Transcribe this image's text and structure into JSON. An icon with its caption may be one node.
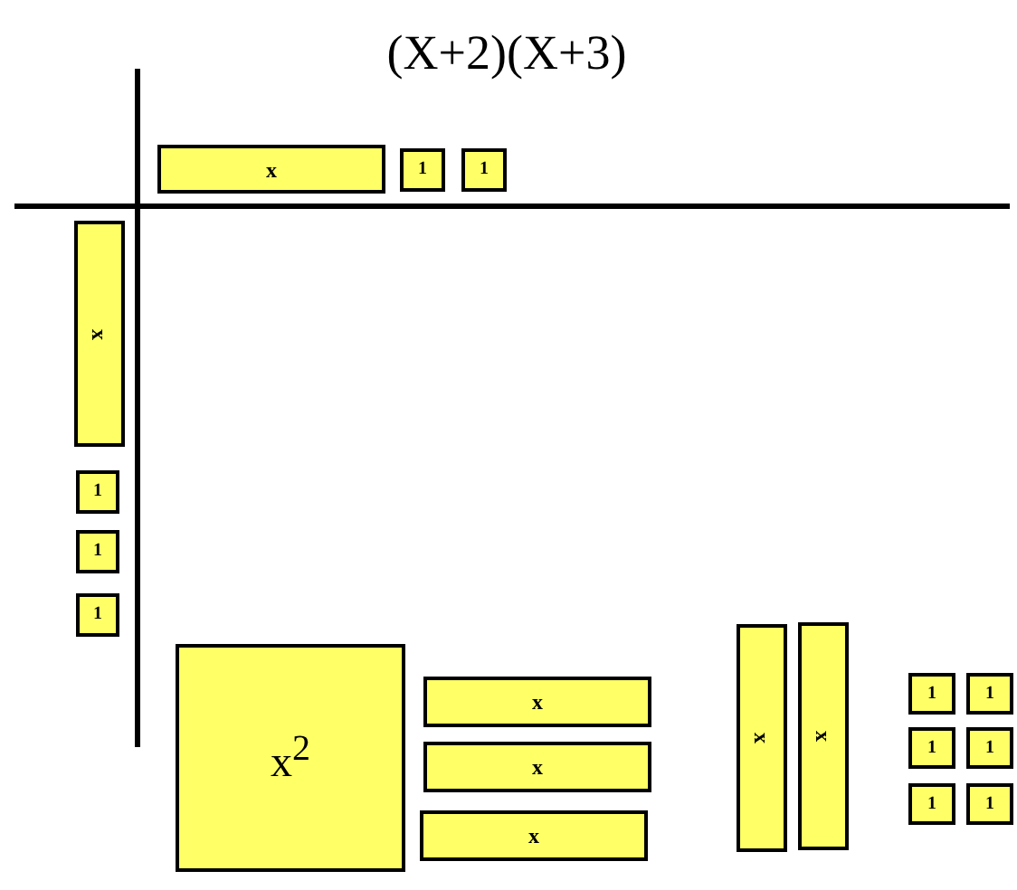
{
  "diagram": {
    "title": "(X+2)(X+3)",
    "nodes": [
      {
        "text": [
          "x"
        ]
      },
      {
        "text": [
          "1"
        ]
      },
      {
        "text": [
          "1"
        ]
      },
      {
        "text": [
          "x"
        ]
      },
      {
        "text": [
          "1"
        ]
      },
      {
        "text": [
          "1"
        ]
      },
      {
        "text": [
          "1"
        ]
      },
      {
        "text": [
          "x$^{2}$"
        ]
      },
      {
        "text": [
          "x"
        ]
      },
      {
        "text": [
          "x"
        ]
      },
      {
        "text": [
          "x"
        ]
      },
      {
        "text": [
          "x"
        ]
      },
      {
        "text": [
          "x"
        ]
      },
      {
        "text": [
          "1"
        ]
      },
      {
        "text": [
          "1"
        ]
      },
      {
        "text": [
          "1"
        ]
      },
      {
        "text": [
          "1"
        ]
      },
      {
        "text": [
          "1"
        ]
      },
      {
        "text": [
          "1"
        ]
      }
    ]
  }
}
